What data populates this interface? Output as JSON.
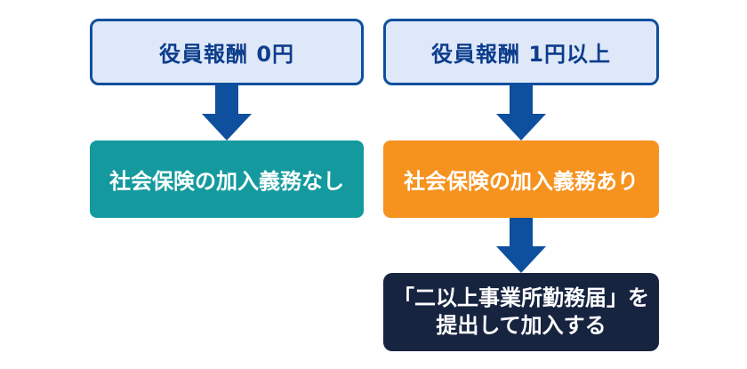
{
  "colors": {
    "background": "#ffffff",
    "arrow_and_border_blue": "#0e4f9e",
    "condition_fill_light_blue": "#dfe8f8",
    "condition_text_blue": "#0d3d8c",
    "teal": "#149a9e",
    "orange": "#f6921e",
    "navy": "#172440",
    "white_text": "#ffffff"
  },
  "icons": {
    "arrow_down": "down-arrow-shape"
  },
  "flow": {
    "left": {
      "condition_label": "役員報酬 0円",
      "result_label": "社会保険の加入義務なし"
    },
    "right": {
      "condition_label": "役員報酬 1円以上",
      "result_label": "社会保険の加入義務あり",
      "action_label": "「二以上事業所勤務届」を\n提出して加入する"
    }
  }
}
